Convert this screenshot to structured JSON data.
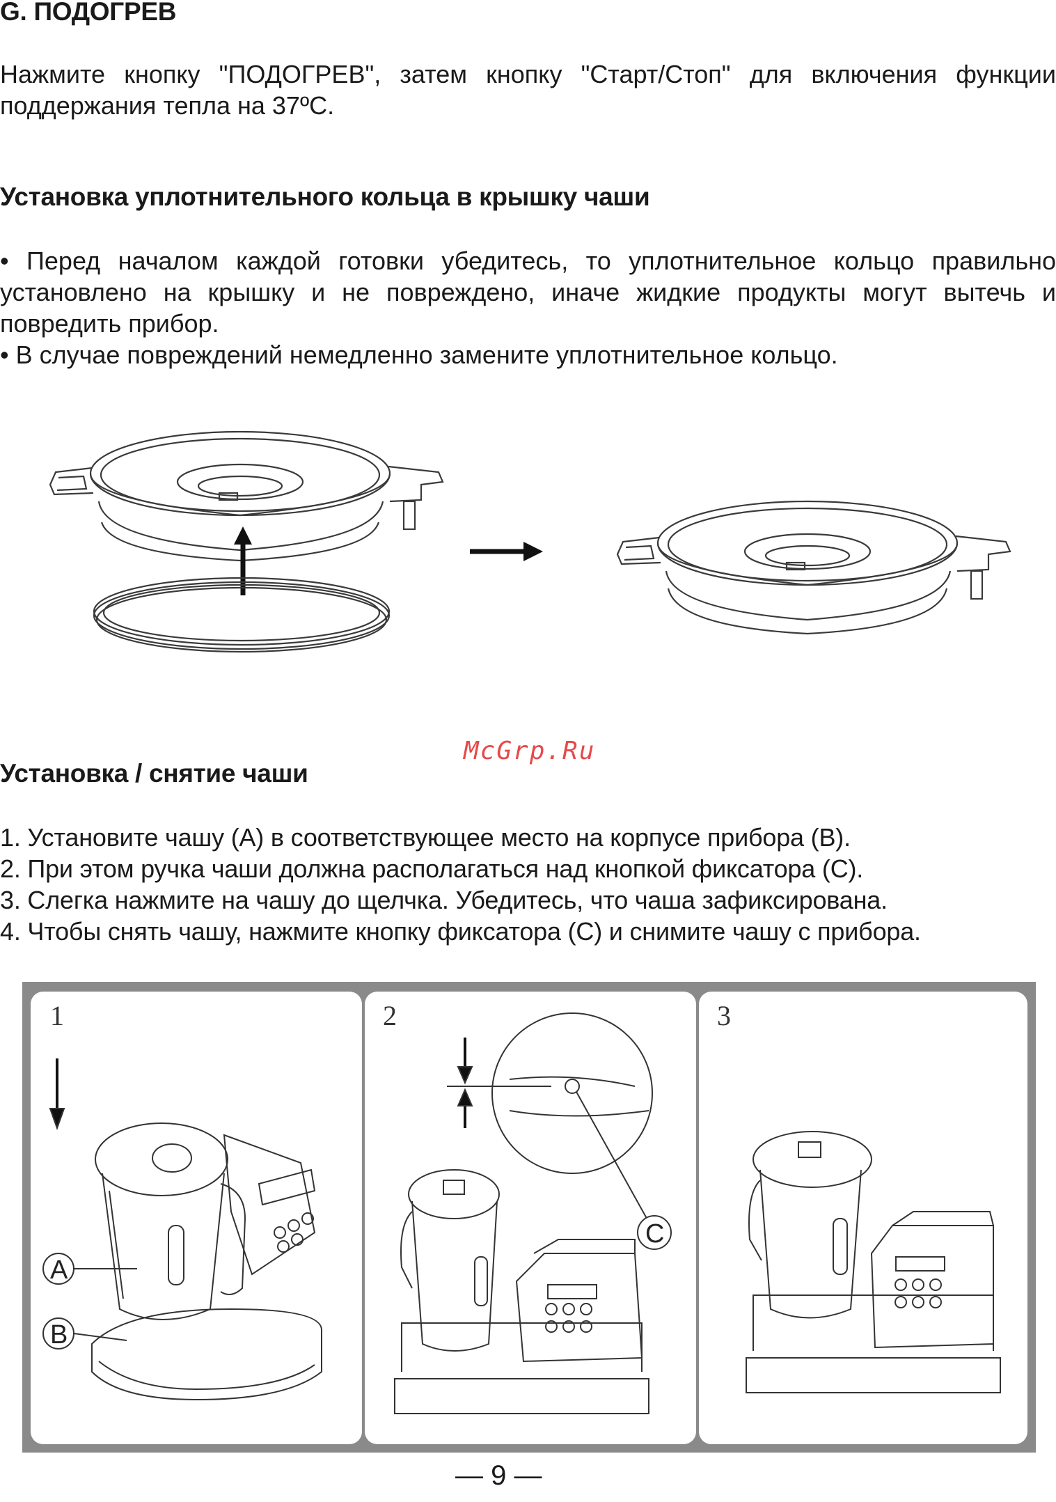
{
  "section_g": {
    "title": "G. ПОДОГРЕВ",
    "line1": "Нажмите кнопку \"ПОДОГРЕВ\", затем кнопку \"Старт/Стоп\" для включения функции",
    "line2": "поддержания тепла на 37ºC."
  },
  "seal_ring": {
    "title": "Установка уплотнительного кольца в крышку чаши",
    "line1": "• Перед началом каждой готовки убедитесь, то уплотнительное кольцо правильно",
    "line2": "установлено на крышку и не повреждено, иначе жидкие продукты могут вытечь и",
    "line3": "повредить прибор.",
    "line4": "• В случае повреждений немедленно замените уплотнительное кольцо."
  },
  "watermark": "McGrp.Ru",
  "bowl": {
    "title": "Установка / снятие чаши",
    "steps": [
      "1. Установите чашу (А) в соответствующее место на корпусе прибора (В).",
      "2. При этом ручка чаши должна располагаться над кнопкой фиксатора (С).",
      "3. Слегка нажмите на чашу до щелчка. Убедитесь, что чаша зафиксирована.",
      "4. Чтобы снять чашу, нажмите кнопку фиксатора (С) и снимите чашу с прибора."
    ]
  },
  "figure_panels": {
    "panel1_number": "1",
    "panel2_number": "2",
    "panel3_number": "3",
    "label_a": "A",
    "label_b": "B",
    "label_c": "C"
  },
  "page_number": "9",
  "colors": {
    "text": "#1a1a1a",
    "watermark": "#e64a4a",
    "figure_frame": "#8a8a8a",
    "line_art": "#3a3a3a"
  }
}
